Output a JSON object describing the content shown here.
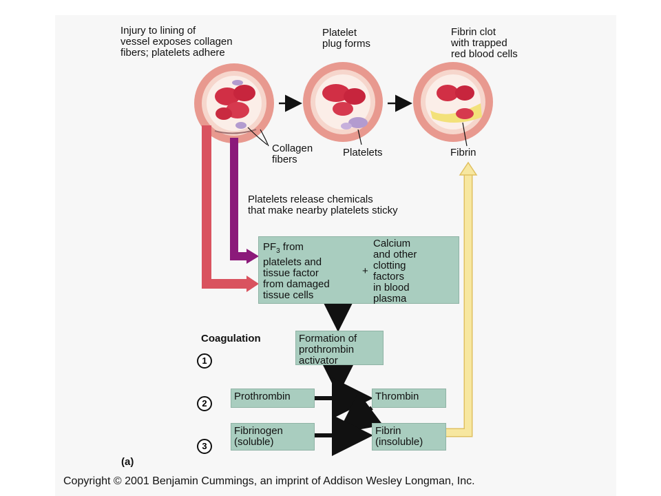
{
  "captions": {
    "step1": "Injury to lining of\nvessel exposes collagen\nfibers; platelets adhere",
    "step2": "Platelet\nplug forms",
    "step3": "Fibrin clot\nwith trapped\nred blood cells"
  },
  "labels": {
    "collagen": "Collagen\nfibers",
    "platelets": "Platelets",
    "fibrin": "Fibrin",
    "release": "Platelets release chemicals\nthat make nearby platelets sticky"
  },
  "boxes": {
    "pf3_prefix": "PF",
    "pf3_sub": "3",
    "pf3_suffix": " from\nplatelets and\ntissue factor\nfrom damaged\ntissue cells",
    "plus": "+",
    "calcium": "Calcium\nand other\nclotting\nfactors\nin blood\nplasma",
    "activator": "Formation of\nprothrombin\nactivator",
    "prothrombin": "Prothrombin",
    "thrombin": "Thrombin",
    "fibrinogen": "Fibrinogen\n(soluble)",
    "fibrin_insoluble": "Fibrin\n(insoluble)"
  },
  "coagulation": {
    "title": "Coagulation",
    "steps": [
      "1",
      "2",
      "3"
    ]
  },
  "panel_label": "(a)",
  "copyright": "Copyright © 2001 Benjamin Cummings, an imprint of Addison Wesley Longman, Inc.",
  "colors": {
    "box_fill": "#a9cdbf",
    "tissue_arrow": "#d9535f",
    "platelet_arrow": "#8b1a7a",
    "fibrin_arrow": "#f4e08c",
    "vessel": "#e8998f"
  }
}
